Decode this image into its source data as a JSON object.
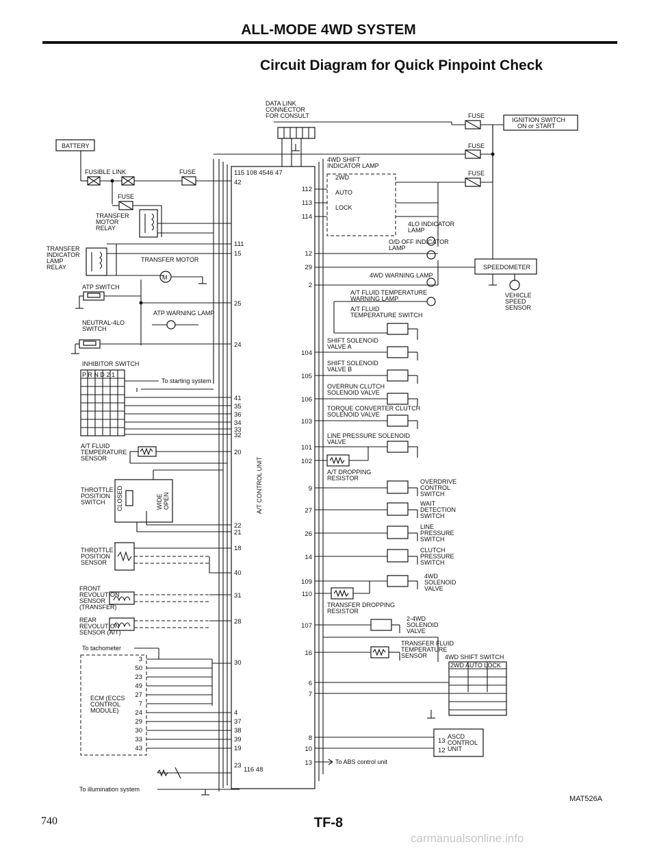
{
  "header": {
    "section_title": "ALL-MODE 4WD SYSTEM",
    "diagram_title": "Circuit Diagram for Quick Pinpoint Check"
  },
  "labels": {
    "battery": "BATTERY",
    "fusible_link": "FUSIBLE LINK",
    "fuse": "FUSE",
    "data_link": [
      "DATA LINK",
      "CONNECTOR",
      "FOR CONSULT"
    ],
    "ignition": [
      "IGNITION SWITCH",
      "ON or START"
    ],
    "transfer_motor_relay": [
      "TRANSFER",
      "MOTOR",
      "RELAY"
    ],
    "transfer_indicator_relay": [
      "TRANSFER",
      "INDICATOR",
      "LAMP",
      "RELAY"
    ],
    "transfer_motor": "TRANSFER MOTOR",
    "atp_switch": "ATP SWITCH",
    "atp_warning": "ATP WARNING LAMP",
    "neutral_4lo": [
      "NEUTRAL-4LO",
      "SWITCH"
    ],
    "inhibitor": "INHIBITOR SWITCH",
    "inhibitor_cols": "P R N D 2 1",
    "to_starting": "To starting system",
    "at_fluid_sensor": [
      "A/T FLUID",
      "TEMPERATURE",
      "SENSOR"
    ],
    "throttle_switch": [
      "THROTTLE",
      "POSITION",
      "SWITCH"
    ],
    "closed": "CLOSED",
    "wide_open": [
      "WIDE",
      "OPEN"
    ],
    "throttle_sensor": [
      "THROTTLE",
      "POSITION",
      "SENSOR"
    ],
    "front_rev": [
      "FRONT",
      "REVOLUTION",
      "SENSOR",
      "(TRANSFER)"
    ],
    "rear_rev": [
      "REAR",
      "REVOLUTION",
      "SENSOR (A/T)"
    ],
    "to_tachometer": "To tachometer",
    "ecm": [
      "ECM (ECCS",
      "CONTROL",
      "MODULE)"
    ],
    "to_illumination": "To illumination system",
    "at_control_unit": "A/T CONTROL UNIT",
    "shift_indicator": [
      "4WD SHIFT",
      "INDICATOR LAMP"
    ],
    "mode_2wd": "2WD",
    "mode_auto": "AUTO",
    "mode_lock": "LOCK",
    "lo_indicator": [
      "4LO INDICATOR",
      "LAMP"
    ],
    "od_off": [
      "O/D OFF INDICATOR",
      "LAMP"
    ],
    "speedometer": "SPEEDOMETER",
    "warning_4wd": "4WD WARNING LAMP",
    "at_fluid_warn": [
      "A/T FLUID TEMPERATURE",
      "WARNING LAMP"
    ],
    "vss": [
      "VEHICLE",
      "SPEED",
      "SENSOR"
    ],
    "at_fluid_switch": [
      "A/T FLUID",
      "TEMPERATURE SWITCH"
    ],
    "shift_a": [
      "SHIFT SOLENOID",
      "VALVE A"
    ],
    "shift_b": [
      "SHIFT SOLENOID",
      "VALVE B"
    ],
    "overrun": [
      "OVERRUN CLUTCH",
      "SOLENOID VALVE"
    ],
    "torque_conv": [
      "TORQUE CONVERTER CLUTCH",
      "SOLENOID VALVE"
    ],
    "line_pressure_sol": [
      "LINE PRESSURE SOLENOID",
      "VALVE"
    ],
    "at_dropping": [
      "A/T DROPPING",
      "RESISTOR"
    ],
    "od_switch": [
      "OVERDRIVE",
      "CONTROL",
      "SWITCH"
    ],
    "wait_switch": [
      "WAIT",
      "DETECTION",
      "SWITCH"
    ],
    "line_switch": [
      "LINE",
      "PRESSURE",
      "SWITCH"
    ],
    "clutch_switch": [
      "CLUTCH",
      "PRESSURE",
      "SWITCH"
    ],
    "sol_4wd": [
      "4WD",
      "SOLENOID",
      "VALVE"
    ],
    "transfer_dropping": [
      "TRANSFER DROPPING",
      "RESISTOR"
    ],
    "sol_2_4wd": [
      "2-4WD",
      "SOLENOID",
      "VALVE"
    ],
    "transfer_fluid": [
      "TRANSFER FLUID",
      "TEMPERATURE",
      "SENSOR"
    ],
    "shift_switch": "4WD SHIFT SWITCH",
    "shift_switch_cols": "2WD AUTO LOCK",
    "ascd": [
      "ASCD",
      "CONTROL",
      "UNIT"
    ],
    "to_abs": "To ABS control unit"
  },
  "pins": {
    "top_row": "115  108 4546  47",
    "top2": "42",
    "left": [
      "111",
      "15",
      "25",
      "24",
      "41",
      "35",
      "36",
      "34",
      "33",
      "32",
      "20",
      "22",
      "21",
      "18",
      "40",
      "31",
      "28",
      "30",
      "4",
      "37",
      "38",
      "39",
      "19",
      "23"
    ],
    "bottom_row": "116  48",
    "right": [
      "112",
      "113",
      "114",
      "12",
      "29",
      "2",
      "104",
      "105",
      "106",
      "103",
      "101",
      "102",
      "9",
      "27",
      "26",
      "14",
      "109",
      "110",
      "107",
      "16",
      "6",
      "7",
      "8",
      "10",
      "13"
    ],
    "ecm": [
      "3",
      "50",
      "23",
      "49",
      "27",
      "7",
      "24",
      "29",
      "30",
      "33",
      "43"
    ],
    "ascd": [
      "13",
      "12"
    ]
  },
  "footer": {
    "page_number": "740",
    "page_code": "TF-8",
    "figure_code": "MAT526A",
    "watermark": "carmanualsonline.info"
  }
}
